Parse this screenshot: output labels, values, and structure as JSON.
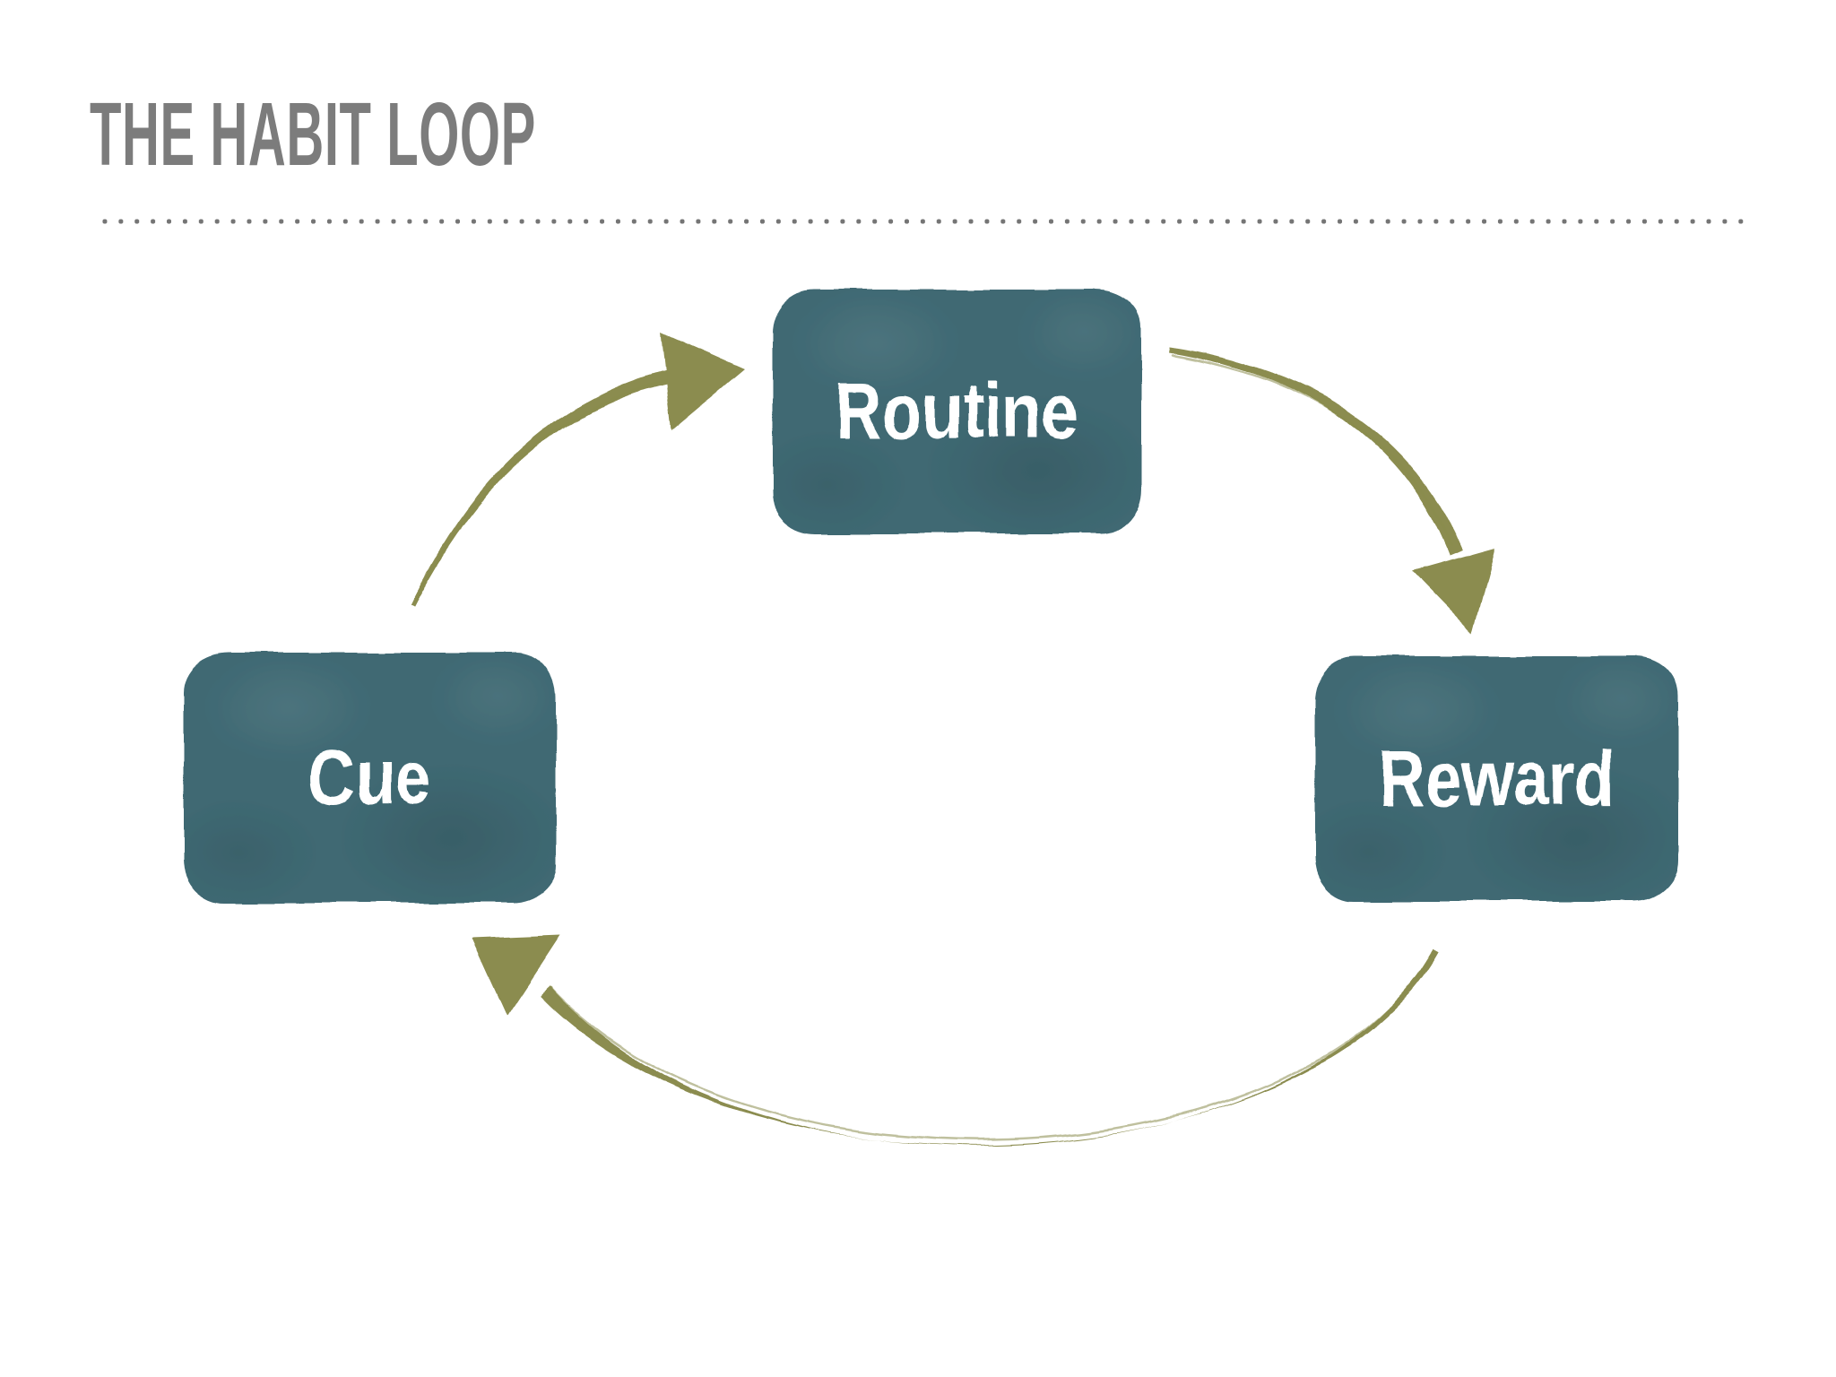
{
  "title": "THE HABIT LOOP",
  "diagram": {
    "type": "cycle",
    "nodes": [
      {
        "id": "cue",
        "label": "Cue"
      },
      {
        "id": "routine",
        "label": "Routine"
      },
      {
        "id": "reward",
        "label": "Reward"
      }
    ],
    "edges": [
      {
        "from": "cue",
        "to": "routine",
        "style": "brush-stroke-arc"
      },
      {
        "from": "routine",
        "to": "reward",
        "style": "brush-stroke-arc"
      },
      {
        "from": "reward",
        "to": "cue",
        "style": "brush-stroke-arc"
      }
    ]
  },
  "colors": {
    "node-fill": "#3f6973",
    "node-text": "#ffffff",
    "arrow": "#8b8c4f",
    "title-text": "#7c7c7c",
    "divider-dot": "#757575",
    "background": "#ffffff"
  }
}
